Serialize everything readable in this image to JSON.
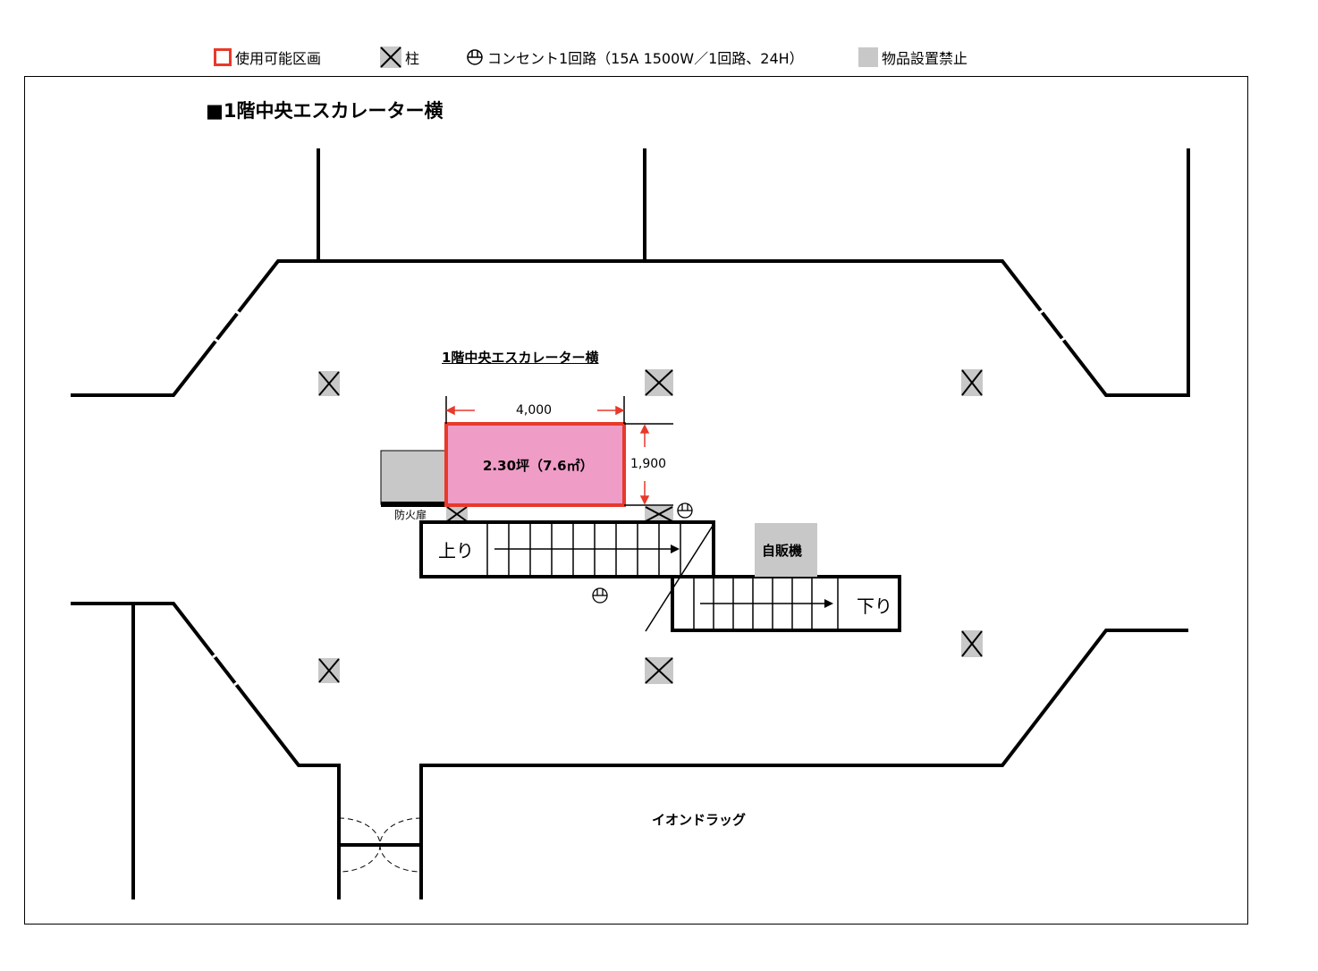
{
  "legend": {
    "usable_area": "使用可能区画",
    "pillar": "柱",
    "outlet": "コンセント1回路（15A 1500W／1回路、24H）",
    "no_items": "物品設置禁止"
  },
  "title": "■1階中央エスカレーター横",
  "plan": {
    "area_title": "1階中央エスカレーター横",
    "width_dim": "4,000",
    "height_dim": "1,900",
    "area_size": "2.30坪（7.6㎡）",
    "fire_door": "防火扉",
    "up_escalator": "上り",
    "down_escalator": "下り",
    "vending_machine": "自販機",
    "store_name": "イオンドラッグ"
  },
  "colors": {
    "usable_border": "#e8392b",
    "usable_fill": "#ef9cc6",
    "no_items": "#c8c8c8",
    "dimension": "#e8392b",
    "wall": "#000000"
  }
}
